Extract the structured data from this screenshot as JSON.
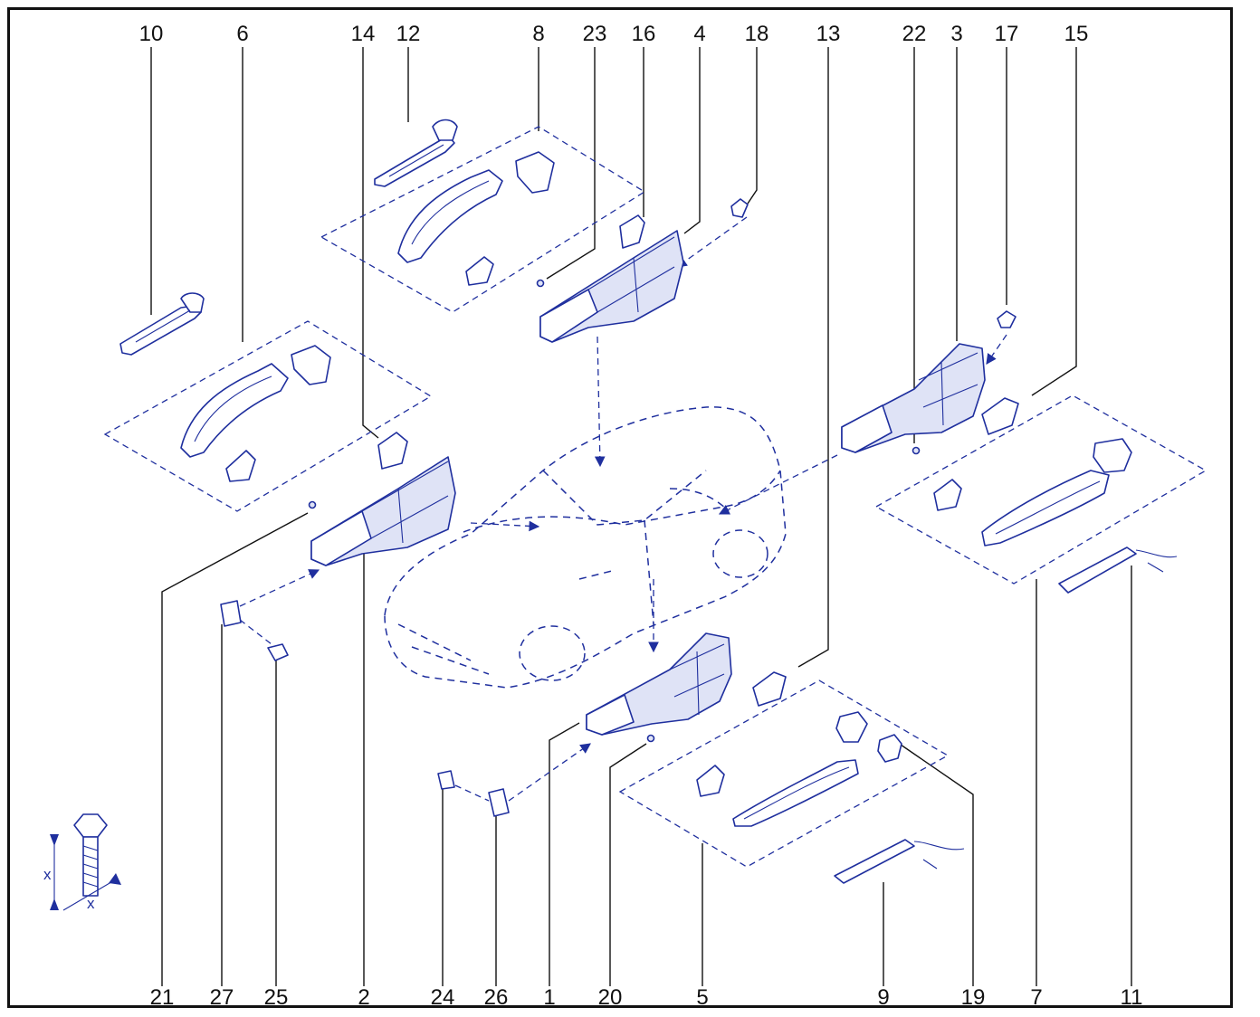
{
  "diagram": {
    "top_labels": [
      "10",
      "6",
      "14",
      "12",
      "8",
      "23",
      "16",
      "4",
      "18",
      "13",
      "22",
      "3",
      "17",
      "15"
    ],
    "bottom_labels": [
      "21",
      "27",
      "25",
      "2",
      "24",
      "26",
      "1",
      "20",
      "5",
      "9",
      "19",
      "7",
      "11"
    ],
    "torque_symbol_letters": [
      "x",
      "x"
    ]
  }
}
